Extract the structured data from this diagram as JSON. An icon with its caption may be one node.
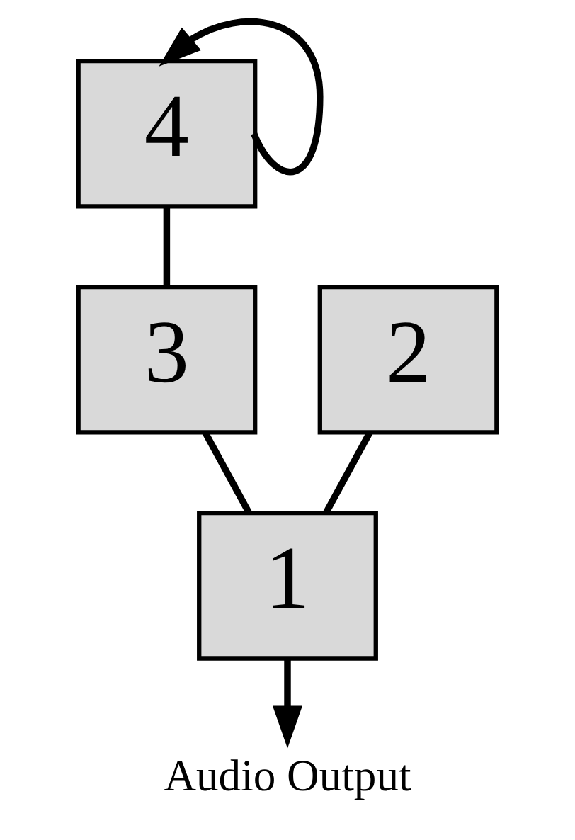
{
  "diagram": {
    "nodes": [
      {
        "text": [
          "4"
        ]
      },
      {
        "text": [
          "2"
        ]
      },
      {
        "text": [
          "3"
        ]
      },
      {
        "text": [
          "1"
        ]
      },
      {
        "text": [
          "Audio Output"
        ]
      }
    ],
    "edges": [
      {
        "from": 0,
        "to": 0,
        "arrow": "to"
      },
      {
        "from": 0,
        "to": 2,
        "arrow": "none"
      },
      {
        "from": 2,
        "to": 3,
        "arrow": "none"
      },
      {
        "from": 1,
        "to": 3,
        "arrow": "none"
      },
      {
        "from": 3,
        "to": 4,
        "arrow": "to"
      }
    ]
  }
}
